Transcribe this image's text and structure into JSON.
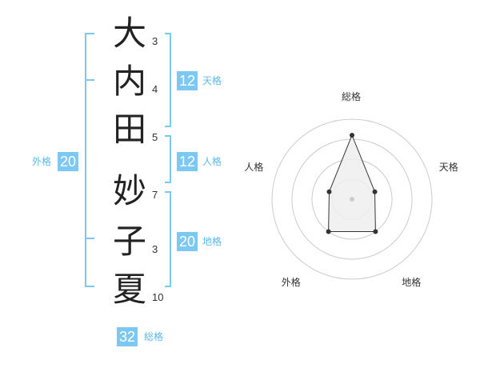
{
  "name_chars": [
    {
      "char": "大",
      "strokes": "3"
    },
    {
      "char": "内",
      "strokes": "4"
    },
    {
      "char": "田",
      "strokes": "5"
    },
    {
      "char": "妙",
      "strokes": "7"
    },
    {
      "char": "子",
      "strokes": "3"
    },
    {
      "char": "夏",
      "strokes": "10"
    }
  ],
  "kaku": {
    "tenkaku": {
      "value": "12",
      "label": "天格"
    },
    "jinkaku": {
      "value": "12",
      "label": "人格"
    },
    "chikaku": {
      "value": "20",
      "label": "地格"
    },
    "gaikaku": {
      "value": "20",
      "label": "外格"
    },
    "soukaku": {
      "value": "32",
      "label": "総格"
    }
  },
  "colors": {
    "accent": "#7cc8f2",
    "label_text": "#5bb8ea",
    "char_text": "#222222",
    "radar_ring": "#cccccc",
    "radar_fill": "#eeeeee",
    "radar_line": "#333333"
  },
  "chart_data": {
    "type": "radar",
    "axes": [
      "総格",
      "天格",
      "地格",
      "外格",
      "人格"
    ],
    "values": [
      32,
      12,
      20,
      20,
      12
    ],
    "rings": 4
  }
}
